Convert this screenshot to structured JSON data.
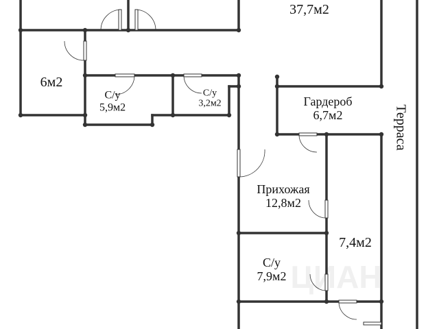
{
  "rooms": {
    "living": {
      "area": "37,7м2"
    },
    "bedroom_left": {
      "area": "6м2"
    },
    "bath1": {
      "name": "С/у",
      "area": "5,9м2"
    },
    "bath2": {
      "name": "С/у",
      "area": "3,2м2"
    },
    "wardrobe": {
      "name": "Гардероб",
      "area": "6,7м2"
    },
    "hall": {
      "name": "Прихожая",
      "area": "12,8м2"
    },
    "bath3": {
      "name": "С/у",
      "area": "7,9м2"
    },
    "corridor": {
      "area": "7,4м2"
    }
  },
  "terrace": {
    "label": "Терраса"
  },
  "watermark": {
    "text": "ЦИАН"
  },
  "colors": {
    "wall": "#333333",
    "text": "#111111",
    "background": "#ffffff"
  }
}
